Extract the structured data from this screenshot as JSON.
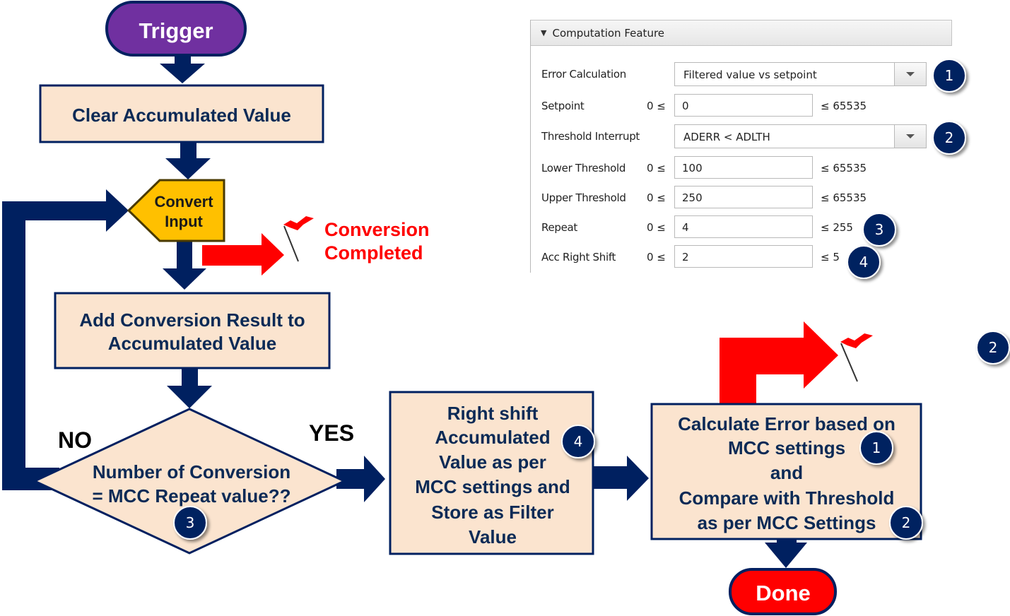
{
  "flow": {
    "trigger": "Trigger",
    "clear": "Clear Accumulated Value",
    "convert": [
      "Convert",
      "Input"
    ],
    "conversion_completed": [
      "Conversion",
      "Completed"
    ],
    "add_result": [
      "Add Conversion Result to",
      "Accumulated Value"
    ],
    "decision": [
      "Number of Conversion",
      "= MCC Repeat value??"
    ],
    "no": "NO",
    "yes": "YES",
    "right_shift": [
      "Right shift",
      "Accumulated",
      "Value as per",
      "MCC settings and",
      "Store as Filter",
      "Value"
    ],
    "calc": [
      "Calculate Error based on",
      "MCC settings",
      "and",
      "Compare with Threshold",
      "as per MCC Settings"
    ],
    "done": "Done"
  },
  "badges": {
    "one": "1",
    "two": "2",
    "three": "3",
    "four": "4"
  },
  "panel": {
    "title": "Computation Feature",
    "rows": [
      {
        "label": "Error Calculation",
        "value": "Filtered value vs setpoint"
      },
      {
        "label": "Setpoint",
        "min": "0 ≤",
        "value": "0",
        "max": "≤ 65535"
      },
      {
        "label": "Threshold Interrupt",
        "value": "ADERR < ADLTH"
      },
      {
        "label": "Lower Threshold",
        "min": "0 ≤",
        "value": "100",
        "max": "≤ 65535"
      },
      {
        "label": "Upper Threshold",
        "min": "0 ≤",
        "value": "250",
        "max": "≤ 65535"
      },
      {
        "label": "Repeat",
        "min": "0 ≤",
        "value": "4",
        "max": "≤ 255"
      },
      {
        "label": "Acc Right Shift",
        "min": "0 ≤",
        "value": "2",
        "max": "≤ 5"
      }
    ]
  },
  "colors": {
    "navy": "#002060",
    "box_fill": "#fbe4cf",
    "trigger_fill": "#7030a0",
    "done_fill": "#ff0000",
    "convert_fill": "#ffc000",
    "alert_red": "#ff0000"
  }
}
